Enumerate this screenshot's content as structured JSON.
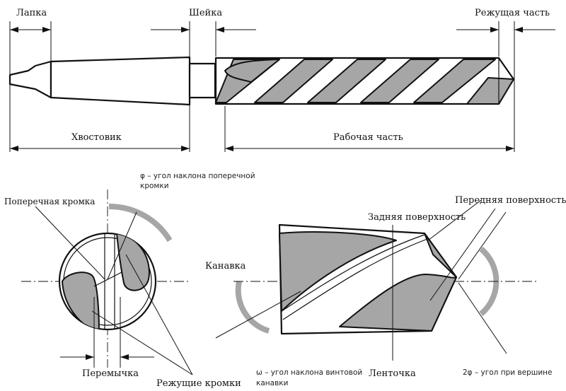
{
  "labels": {
    "lapka": "Лапка",
    "sheika": "Шейка",
    "rezhushchaya_chast": "Режущая часть",
    "khvostovik": "Хвостовик",
    "rabochaya_chast": "Рабочая часть",
    "phi_angle_line1": "φ – угол наклона поперечной",
    "phi_angle_line2": "кромки",
    "poperechnaya_kromka": "Поперечная кромка",
    "peremychka": "Перемычка",
    "rezhushchie_kromki": "Режущие кромки",
    "kanavka": "Канавка",
    "zadnyaya_poverkhnost": "Задняя поверхность",
    "perednyaya_poverkhnost": "Передняя поверхность",
    "omega_angle_line1": "ω – угол наклона винтовой",
    "omega_angle_line2": "канавки",
    "lentochka": "Ленточка",
    "two_phi_angle": "2φ – угол при вершине"
  },
  "colors": {
    "flute_gray": "#a6a6a6",
    "line": "#111111"
  }
}
